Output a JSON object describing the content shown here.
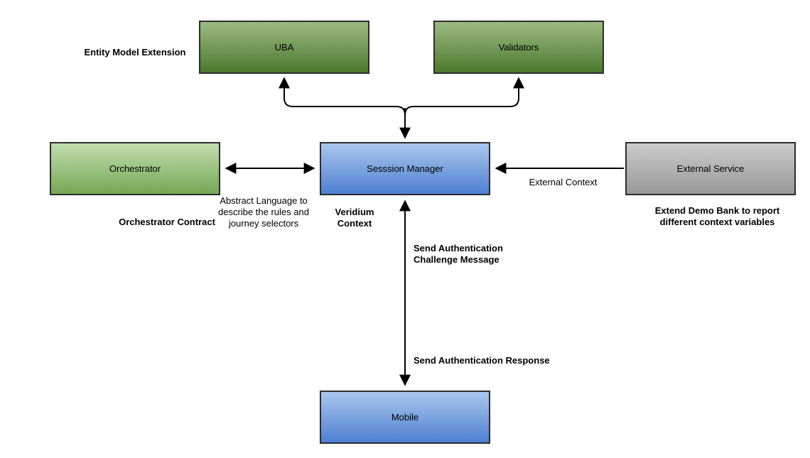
{
  "diagram": {
    "nodes": {
      "uba": {
        "label": "UBA"
      },
      "validators": {
        "label": "Validators"
      },
      "orchestrator": {
        "label": "Orchestrator"
      },
      "session_manager": {
        "label": "Sesssion Manager"
      },
      "external_service": {
        "label": "External Service"
      },
      "mobile": {
        "label": "Mobile"
      }
    },
    "annotations": {
      "entity_model_extension": "Entity Model Extension",
      "orchestrator_contract": "Orchestrator Contract",
      "abstract_language": "Abstract Language to describe the rules and journey selectors",
      "veridium_context": "Veridium Context",
      "external_context": "External Context",
      "extend_demo_bank": "Extend Demo Bank to report different context variables",
      "send_auth_challenge": "Send Authentication Challenge Message",
      "send_auth_response": "Send Authentication Response"
    },
    "edges": [
      {
        "name": "session-manager-to-uba",
        "direction": "up"
      },
      {
        "name": "session-manager-to-validators",
        "direction": "up"
      },
      {
        "name": "branch-to-session-manager",
        "direction": "down"
      },
      {
        "name": "orchestrator-session-manager",
        "direction": "both"
      },
      {
        "name": "external-service-to-session-manager",
        "direction": "left"
      },
      {
        "name": "session-manager-mobile",
        "direction": "both"
      }
    ],
    "colors": {
      "green_top": "#9cba82",
      "green_bottom": "#4c792d",
      "green_light_top": "#c2ddaf",
      "green_light_bottom": "#74a854",
      "blue_top": "#aac6ec",
      "blue_bottom": "#4e80d2",
      "gray_top": "#cbcbcb",
      "gray_bottom": "#989898",
      "node_border": "#2d2d2d",
      "edge": "#000000",
      "background": "#ffffff",
      "text": "#000000"
    }
  }
}
